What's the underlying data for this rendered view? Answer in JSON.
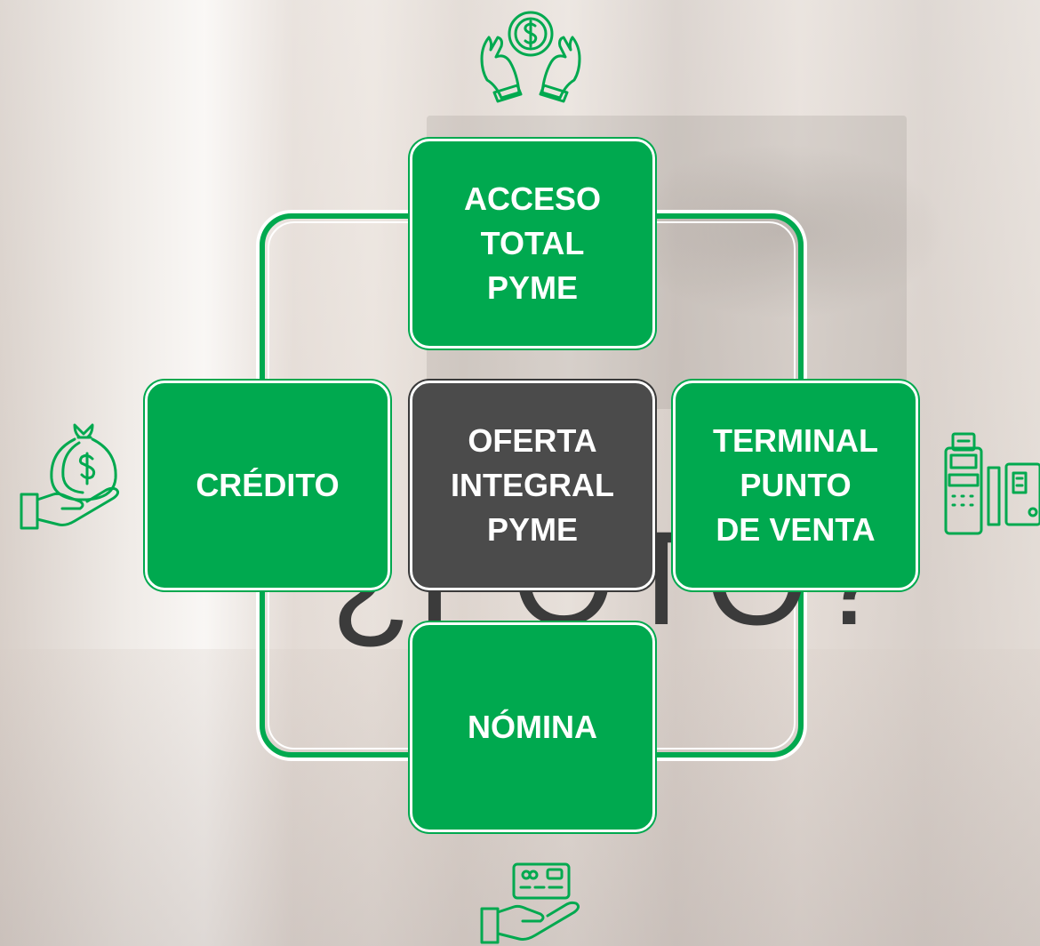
{
  "background": {
    "description_colors": {
      "base": "#ece6e1"
    }
  },
  "diagram": {
    "watermark_text": "¿POTO?",
    "accent_color": "#00a94f",
    "center_color": "#4b4b4b",
    "nodes": {
      "top": {
        "label": "ACCESO\nTOTAL\nPYME",
        "icon": "money-hands-icon"
      },
      "left": {
        "label": "CRÉDITO",
        "icon": "money-bag-hand-icon"
      },
      "center": {
        "label": "OFERTA\nINTEGRAL\nPYME"
      },
      "right": {
        "label": "TERMINAL\nPUNTO\nDE VENTA",
        "icon": "pos-terminal-icon"
      },
      "bottom": {
        "label": "NÓMINA",
        "icon": "card-hand-icon"
      }
    }
  }
}
